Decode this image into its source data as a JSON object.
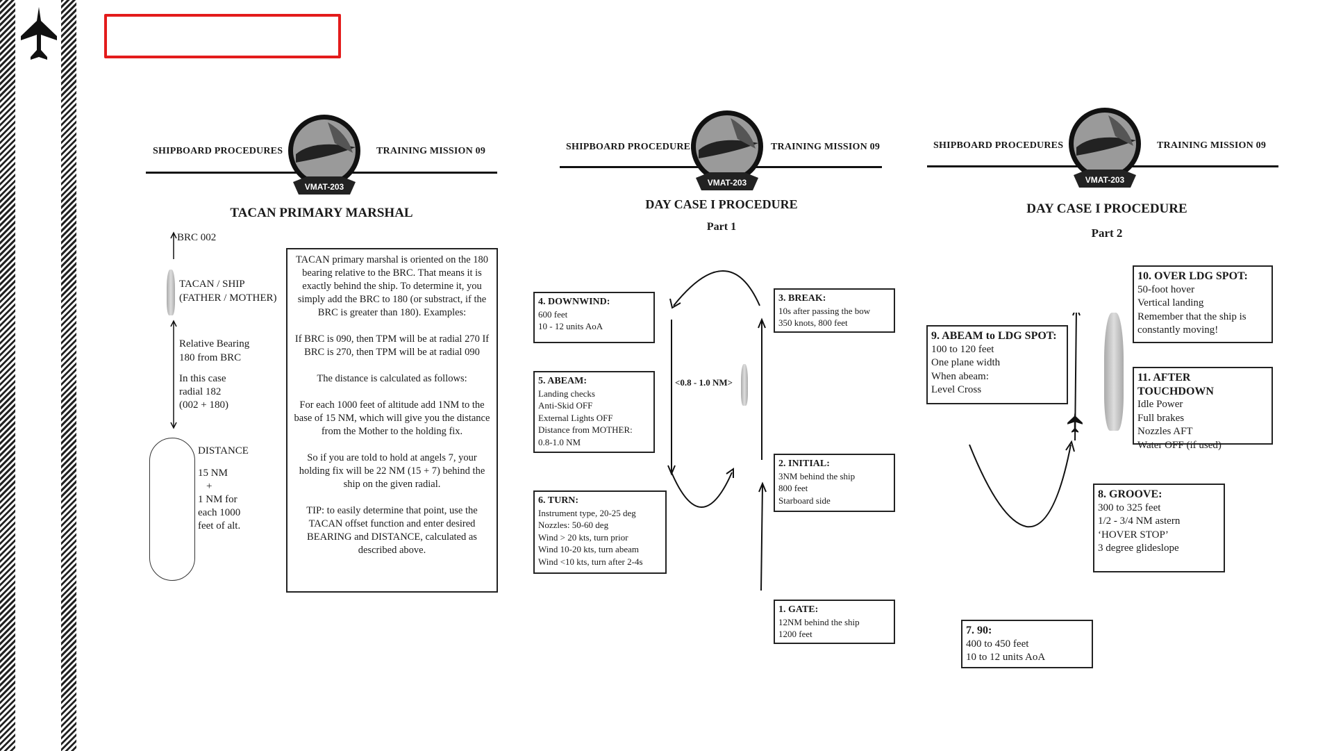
{
  "sidebar": {
    "logo_icon": "jet-aircraft-icon"
  },
  "top_field": {
    "value": ""
  },
  "header": {
    "left": "SHIPBOARD PROCEDURES",
    "right": "TRAINING MISSION 09",
    "emblem_text": "VMAT-203",
    "emblem_icon": "squadron-emblem-icon"
  },
  "page1": {
    "title": "TACAN PRIMARY MARSHAL",
    "brc": "BRC 002",
    "tacan_ship": "TACAN / SHIP",
    "father_mother": "(FATHER / MOTHER)",
    "rel_bearing_1": "Relative Bearing",
    "rel_bearing_2": "180 from BRC",
    "case_1": "In this case",
    "case_2": "radial 182",
    "case_3": "(002 + 180)",
    "distance": "DISTANCE",
    "dist_1": "15 NM",
    "dist_plus": "+",
    "dist_2": "1 NM for",
    "dist_3": "each 1000",
    "dist_4": "feet of alt.",
    "paragraphs": [
      "TACAN primary marshal is oriented on the 180 bearing relative to the BRC. That means it is exactly behind the ship. To determine it, you simply add the BRC to 180 (or substract, if the BRC is greater than 180). Examples:",
      "If BRC is 090, then TPM will be at radial 270 If BRC is 270, then TPM will be at radial 090",
      "The distance is calculated as follows:",
      "For each 1000 feet of altitude add 1NM to the base of 15 NM, which will give you the distance from the Mother to the holding fix.",
      "So if you are told to hold at angels 7, your holding fix will be 22 NM (15 + 7) behind the ship on the given radial.",
      "TIP: to easily determine that point, use the TACAN offset function and enter desired BEARING and DISTANCE, calculated as described above."
    ]
  },
  "page2": {
    "title": "DAY CASE I PROCEDURE",
    "part": "Part 1",
    "distance_label": "<0.8 - 1.0 NM>",
    "downwind": {
      "title": "4. DOWNWIND:",
      "lines": [
        "600 feet",
        "10 - 12 units AoA"
      ]
    },
    "abeam": {
      "title": "5. ABEAM:",
      "lines": [
        "Landing checks",
        "Anti-Skid OFF",
        "External Lights OFF",
        "Distance from MOTHER:",
        "0.8-1.0 NM"
      ]
    },
    "turn": {
      "title": "6. TURN:",
      "lines": [
        "Instrument type, 20-25 deg",
        "Nozzles: 50-60 deg",
        "Wind > 20 kts, turn prior",
        "Wind 10-20 kts, turn abeam",
        "Wind <10 kts, turn after 2-4s"
      ]
    },
    "brk": {
      "title": "3. BREAK:",
      "lines": [
        "10s after passing the bow",
        "350 knots, 800 feet"
      ]
    },
    "initial": {
      "title": "2. INITIAL:",
      "lines": [
        "3NM behind the ship",
        "800 feet",
        "Starboard side"
      ]
    },
    "gate": {
      "title": "1. GATE:",
      "lines": [
        "12NM behind the ship",
        "1200 feet"
      ]
    }
  },
  "page3": {
    "title": "DAY CASE I PROCEDURE",
    "part": "Part 2",
    "abeam_ldg": {
      "title": "9. ABEAM to LDG SPOT:",
      "lines": [
        "100 to 120 feet",
        "One plane width",
        "When abeam:",
        "Level Cross"
      ]
    },
    "over_ldg": {
      "title": "10. OVER LDG SPOT:",
      "lines": [
        "50-foot hover",
        "Vertical landing",
        "Remember that the ship is",
        "constantly moving!"
      ]
    },
    "touchdown": {
      "title": "11. AFTER TOUCHDOWN",
      "lines": [
        "Idle Power",
        "Full brakes",
        "Nozzles AFT",
        "Water OFF (if used)"
      ]
    },
    "groove": {
      "title": "8. GROOVE:",
      "lines": [
        "300 to 325 feet",
        "1/2 - 3/4 NM astern",
        "‘HOVER STOP’",
        "3 degree glideslope"
      ]
    },
    "ninety": {
      "title": "7. 90:",
      "lines": [
        "400 to 450 feet",
        "10 to 12 units AoA"
      ]
    }
  }
}
